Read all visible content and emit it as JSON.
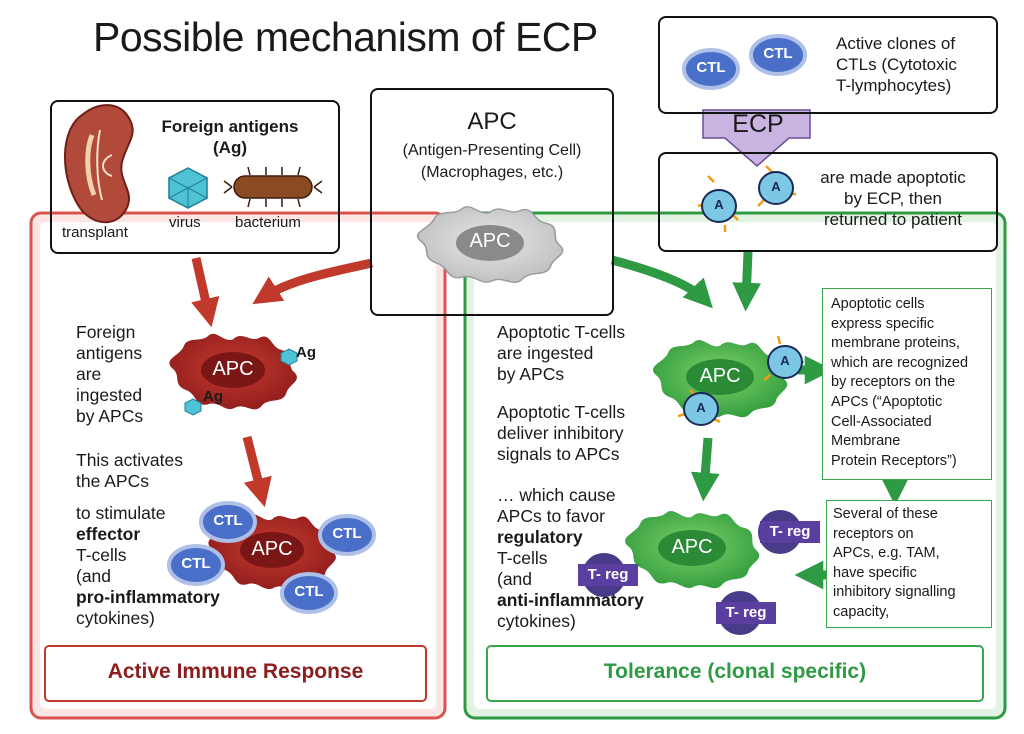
{
  "title": "Possible mechanism of ECP",
  "top_right": {
    "text": "Active clones of CTLs (Cytotoxic T-lymphocytes)",
    "lines": [
      "Active clones of",
      "CTLs (Cytotoxic",
      "T-lymphocytes)"
    ],
    "cell_label": "CTL"
  },
  "ecp_arrow_label": "ECP",
  "apoptotic_box": {
    "lines": [
      "are made apoptotic",
      "by ECP, then",
      "returned to patient"
    ],
    "cell_label": "A"
  },
  "foreign_box": {
    "heading_lines": [
      "Foreign antigens",
      "(Ag)"
    ],
    "transplant": "transplant",
    "virus": "virus",
    "bacterium": "bacterium"
  },
  "apc_box": {
    "title": "APC",
    "lines": [
      "(Antigen-Presenting Cell)",
      "(Macrophages, etc.)"
    ],
    "cell_label": "APC"
  },
  "left_panel": {
    "text1_lines": [
      "Foreign",
      "antigens",
      "are",
      "ingested",
      "by APCs"
    ],
    "apc_label": "APC",
    "ag_label": "Ag",
    "text2_lines": [
      "This activates",
      "the APCs"
    ],
    "text3": {
      "l1": "to stimulate",
      "l2_bold": "effector",
      "l3": "T-cells",
      "l4": "(and",
      "l5_bold": "pro-inflammatory",
      "l6": "cytokines)"
    },
    "ctl_label": "CTL",
    "footer": "Active Immune Response"
  },
  "right_panel": {
    "text1_lines": [
      "Apoptotic T-cells",
      "are ingested",
      "by APCs"
    ],
    "text2_lines": [
      "Apoptotic T-cells",
      "deliver inhibitory",
      "signals to APCs"
    ],
    "text3": {
      "l1": "… which cause",
      "l2": "APCs to favor",
      "l3_bold": "regulatory",
      "l4": "T-cells",
      "l5": "(and",
      "l6_bold": "anti-inflammatory",
      "l7": "cytokines)"
    },
    "apc_label": "APC",
    "treg_label": "T- reg",
    "a_label": "A",
    "info1_lines": [
      "Apoptotic cells",
      "express specific",
      "membrane proteins,",
      "which are recognized",
      "by receptors on the",
      "APCs (“Apoptotic",
      "Cell-Associated",
      "Membrane",
      "Protein Receptors”)"
    ],
    "info2_lines": [
      "Several of these",
      "receptors on",
      "APCs, e.g. TAM,",
      "have specific",
      "inhibitory signalling",
      "capacity,"
    ],
    "footer": "Tolerance (clonal specific)"
  },
  "colors": {
    "red": "#c0392b",
    "red_dark": "#8e1c1c",
    "green": "#2e9a44",
    "ctl_blue": "#4a6fc9",
    "treg_purple": "#5b3fa0",
    "ecp_purple": "#c9b3e0"
  }
}
